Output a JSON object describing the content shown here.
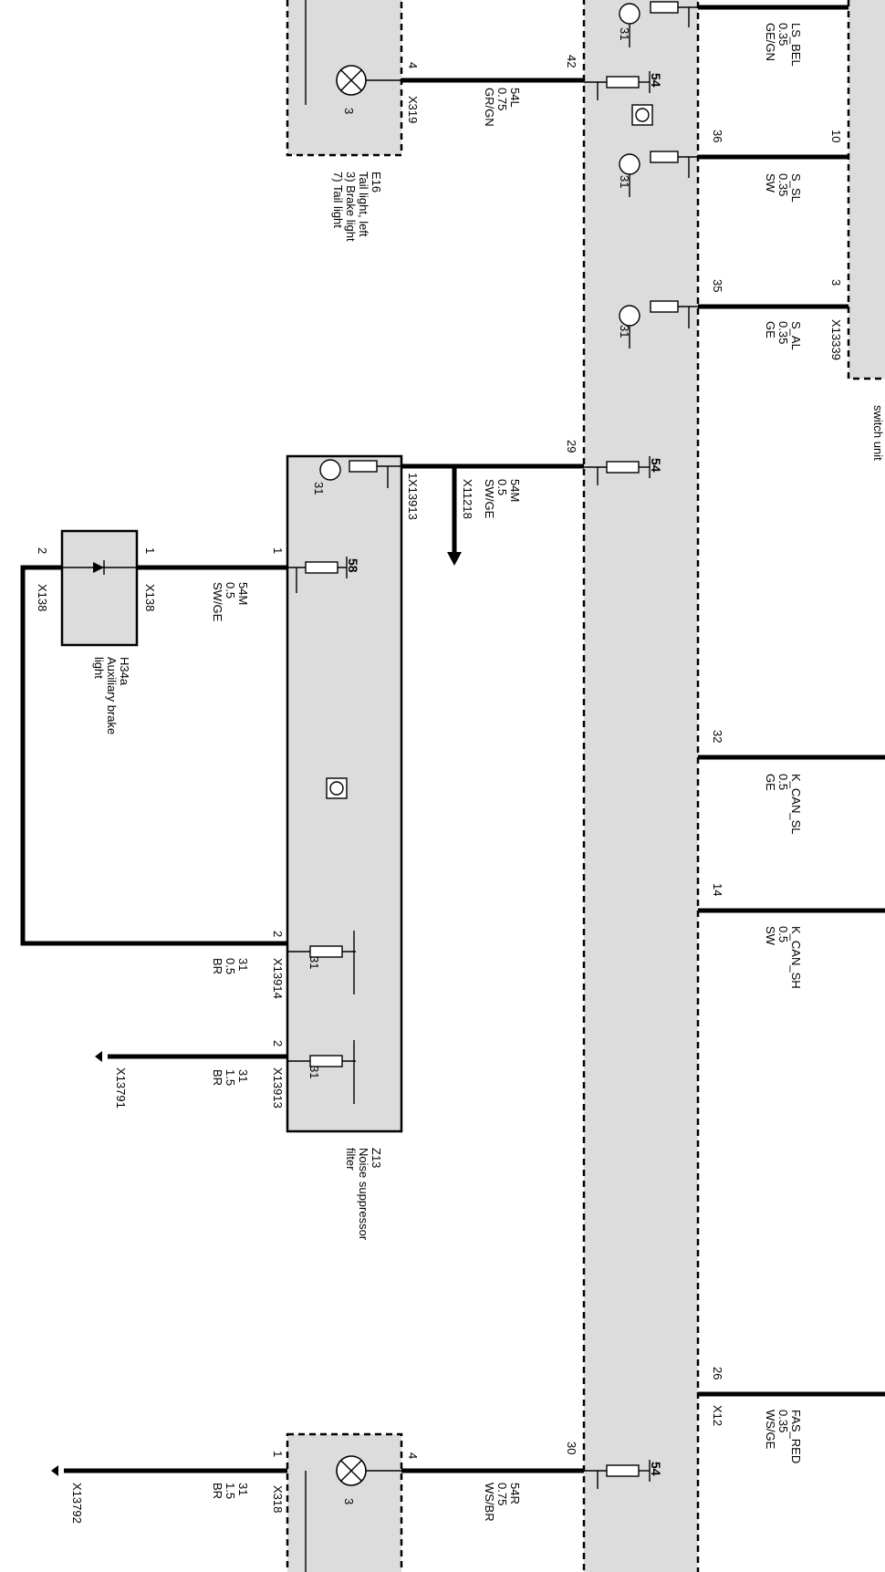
{
  "components": {
    "E16": {
      "id": "E16",
      "desc": [
        "Tail light, left",
        "3) Brake light",
        "7) Tail light"
      ],
      "pin_bulb": "3",
      "pin_in": "4",
      "connector": "X319"
    },
    "E17": {
      "pin_bulb": "3",
      "pin_in": "4",
      "pin_gnd": "1",
      "connector": "X318"
    },
    "H34a": {
      "id": "H34a",
      "desc": [
        "Auxiliary brake",
        "light"
      ],
      "pin1": "1",
      "pin2": "2",
      "conn1": "X138",
      "conn2": "X138"
    },
    "Z13": {
      "id": "Z13",
      "desc": [
        "Noise suppressor",
        "filter"
      ],
      "pin_in": "1",
      "pin_out": "1",
      "pin_gnd1": "2",
      "pin_gnd2": "2",
      "conn_in": "X13913",
      "conn_gnd1": "X13914",
      "conn_gnd2": "X13913",
      "label_31": "31",
      "label_58": "58"
    },
    "switch_unit": {
      "label": "switch unit",
      "connector": "X13339"
    }
  },
  "module": {
    "pins": {
      "p42": "42",
      "p29": "29",
      "p30": "30",
      "p36": "36",
      "p35": "35",
      "p32": "32",
      "p14": "14",
      "p26": "26",
      "p10": "10",
      "p3": "3"
    },
    "label_54": "54",
    "label_31": "31",
    "connector_right": "X12"
  },
  "wires": {
    "w54L": [
      "54L",
      "0.75",
      "GR/GN"
    ],
    "w54M_top": [
      "54M",
      "0.5",
      "SW/GE"
    ],
    "w54M_left": [
      "54M",
      "0.5",
      "SW/GE"
    ],
    "w31_a": [
      "31",
      "0.5",
      "BR"
    ],
    "w31_b": [
      "31",
      "1.5",
      "BR"
    ],
    "w54R": [
      "54R",
      "0.75",
      "WS/BR"
    ],
    "w31_c": [
      "31",
      "1.5",
      "BR"
    ],
    "ls_bel": [
      "LS_BEL",
      "0.35",
      "GE/GN"
    ],
    "s_sl": [
      "S_SL",
      "0.35",
      "SW"
    ],
    "s_al": [
      "S_AL",
      "0.35",
      "GE"
    ],
    "k_can_sl": [
      "K_CAN_SL",
      "0.5",
      "GE"
    ],
    "k_can_sh": [
      "K_CAN_SH",
      "0.5",
      "SW"
    ],
    "fas_red": [
      "FAS_RED",
      "0.35",
      "WS/GE"
    ]
  },
  "refs": {
    "x11218": "X11218",
    "x13791": "X13791",
    "x13792": "X13792"
  }
}
